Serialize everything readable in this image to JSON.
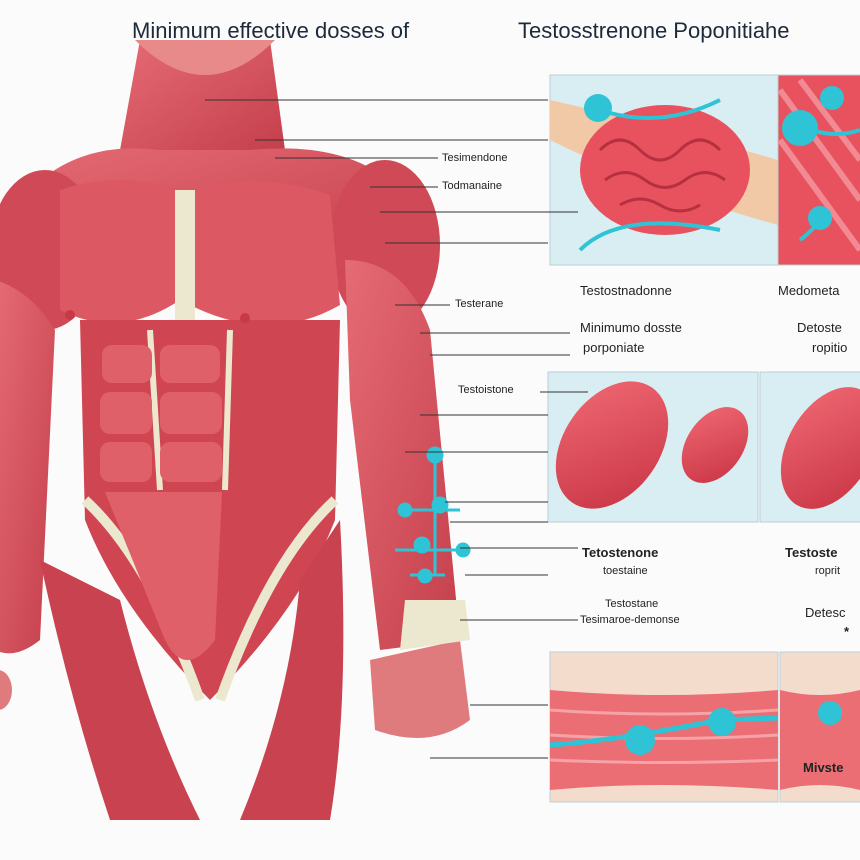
{
  "title": {
    "left": "Minimum effective dosses of",
    "right": "Testosstrenone Poponitiahe"
  },
  "callouts": {
    "c1": "Tesimendone",
    "c2": "Todmanaine",
    "c3": "Testerane",
    "c4": "Testoistone"
  },
  "panels": {
    "brain_caption": "Testostnadonne",
    "muscle_caption_right": "Medometa",
    "brain_sub_1": "Minimumo dosste",
    "brain_sub_2": "porponiate",
    "right_sub_1": "Detoste",
    "right_sub_2": "ropitio",
    "cell_caption": "Tetostenone",
    "cell_sub": "toestaine",
    "cell_caption_right": "Testoste",
    "cell_sub_right": "roprit",
    "fiber_caption_1": "Testostane",
    "fiber_caption_2": "Tesimaroe-demonse",
    "fiber_caption_right": "Detesc",
    "fiber_star": "*",
    "fiber_bottom_right": "Mivste"
  },
  "colors": {
    "muscle": "#d9545f",
    "muscle_dark": "#b8323f",
    "tendon": "#ece8cf",
    "molecule": "#2ec4d6",
    "panel_bg": "#d9eef2"
  }
}
